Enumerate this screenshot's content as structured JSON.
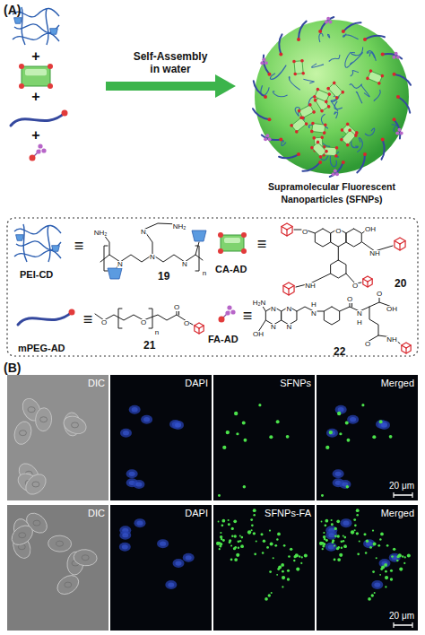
{
  "diagram": {
    "nodes": [
      {
        "text": [
          "Supramolecular Fluorescent Nanoparticles (SFNPs)"
        ]
      },
      {
        "text": [
          "DIC"
        ]
      },
      {
        "text": [
          "DAPI"
        ]
      },
      {
        "text": [
          "SFNPs"
        ]
      },
      {
        "text": [
          "Merged",
          "20 μm"
        ]
      },
      {
        "text": [
          "DIC"
        ]
      },
      {
        "text": [
          "DAPI"
        ]
      },
      {
        "text": [
          "SFNPs-FA"
        ]
      },
      {
        "text": [
          "Merged",
          "20 μm"
        ]
      }
    ],
    "labels": [
      "(A)",
      "+",
      "+",
      "+",
      "Self-Assembly in water",
      "PEI-CD",
      "≡",
      "19",
      "CA-AD",
      "≡",
      "20",
      "mPEG-AD",
      "≡",
      "21",
      "FA-AD",
      "≡",
      "22",
      "(B)",
      "NH₂",
      "N",
      "N",
      "N",
      "N",
      "NH₂",
      "n",
      "O",
      "O",
      "OH",
      "NH",
      "NH",
      "O",
      "O",
      "O",
      "n",
      "O",
      "O",
      "H₂N",
      "N",
      "N",
      "N",
      "N",
      "OH",
      "H",
      "N",
      "O",
      "N",
      "H",
      "O",
      "OH",
      "O",
      "NH"
    ]
  }
}
